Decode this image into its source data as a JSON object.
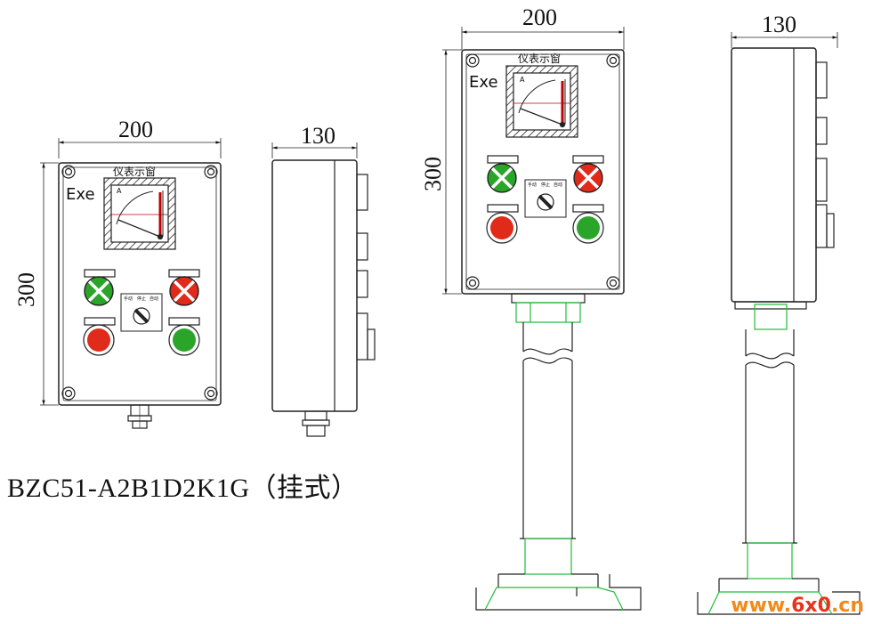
{
  "dimensions": {
    "width_label": "200",
    "depth_label": "130",
    "height_label": "300"
  },
  "panel": {
    "meter_caption": "仪表示窗",
    "ex_mark": "Exe",
    "meter_unit": "A",
    "switch_label_left": "手动",
    "switch_label_mid": "停止",
    "switch_label_right": "自动"
  },
  "model_label": "BZC51-A2B1D2K1G（挂式）",
  "watermark": {
    "prefix": "www.",
    "brand": "6x0",
    "suffix": ".cn"
  },
  "colors": {
    "line": "#222222",
    "lamp_green": "#2aa52a",
    "lamp_red": "#e02a1a",
    "meter_needle": "#c00000",
    "support_green": "#1fbf3a",
    "watermark_red": "#e8331c",
    "watermark_orange": "#f08a1c"
  }
}
